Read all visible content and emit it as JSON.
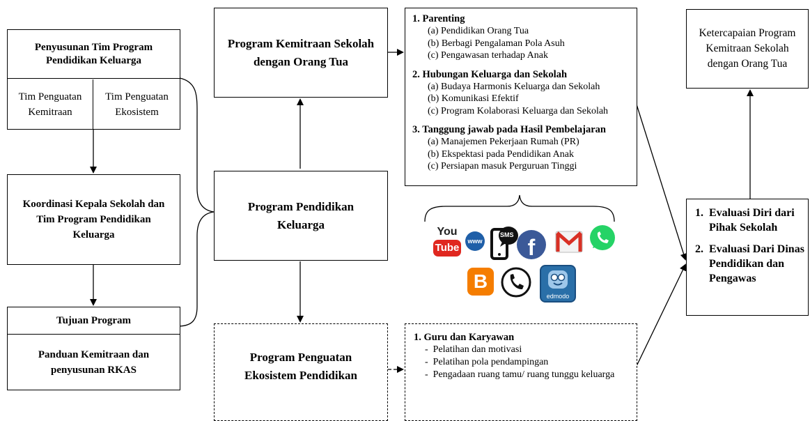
{
  "left_column": {
    "team_box_title": "Penyusunan Tim Program Pendidikan Keluarga",
    "team_left": "Tim Penguatan Kemitraan",
    "team_right": "Tim Penguatan Ekosistem",
    "coordination": "Koordinasi Kepala Sekolah dan Tim Program Pendidikan Keluarga",
    "goal_title": "Tujuan Program",
    "goal_body": "Panduan Kemitraan dan penyusunan RKAS"
  },
  "center_column": {
    "partnership": "Program Kemitraan Sekolah dengan Orang Tua",
    "family_education": "Program Pendidikan Keluarga",
    "ecosystem": "Program Penguatan Ekosistem Pendidikan"
  },
  "partnership_list": [
    {
      "title": "1. Parenting",
      "items": [
        "(a) Pendidikan Orang Tua",
        "(b) Berbagi Pengalaman Pola Asuh",
        "(c) Pengawasan terhadap Anak"
      ]
    },
    {
      "title": "2. Hubungan Keluarga dan Sekolah",
      "items": [
        "(a) Budaya Harmonis Keluarga dan Sekolah",
        "(b) Komunikasi Efektif",
        "(c) Program Kolaborasi Keluarga dan Sekolah"
      ]
    },
    {
      "title": "3. Tanggung jawab pada Hasil Pembelajaran",
      "items": [
        "(a) Manajemen Pekerjaan Rumah (PR)",
        "(b) Ekspektasi pada Pendidikan Anak",
        "(c) Persiapan masuk Perguruan Tinggi"
      ]
    }
  ],
  "ecosystem_list": {
    "title": "1. Guru dan Karyawan",
    "items": [
      "Pelatihan dan motivasi",
      "Pelatihan pola pendampingan",
      "Pengadaan ruang tamu/ ruang tunggu keluarga"
    ]
  },
  "evaluation": {
    "items": [
      {
        "num": "1.",
        "text": "Evaluasi Diri dari Pihak Sekolah"
      },
      {
        "num": "2.",
        "text": "Evaluasi Dari Dinas Pendidikan dan Pengawas"
      }
    ]
  },
  "achievement": "Ketercapaian Program Kemitraan Sekolah dengan Orang Tua",
  "icons": {
    "youtube_you": "You",
    "youtube_tube": "Tube",
    "www": "www",
    "sms": "SMS",
    "facebook": "f",
    "gmail": "M",
    "blogger": "B",
    "edmodo": "edmodo"
  },
  "colors": {
    "youtube": "#e0271f",
    "facebook": "#3b5998",
    "gmail": "#d93025",
    "whatsapp": "#25d366",
    "blogger": "#f57d00",
    "edmodo": "#2a6fa8",
    "www": "#1f5fa8"
  }
}
